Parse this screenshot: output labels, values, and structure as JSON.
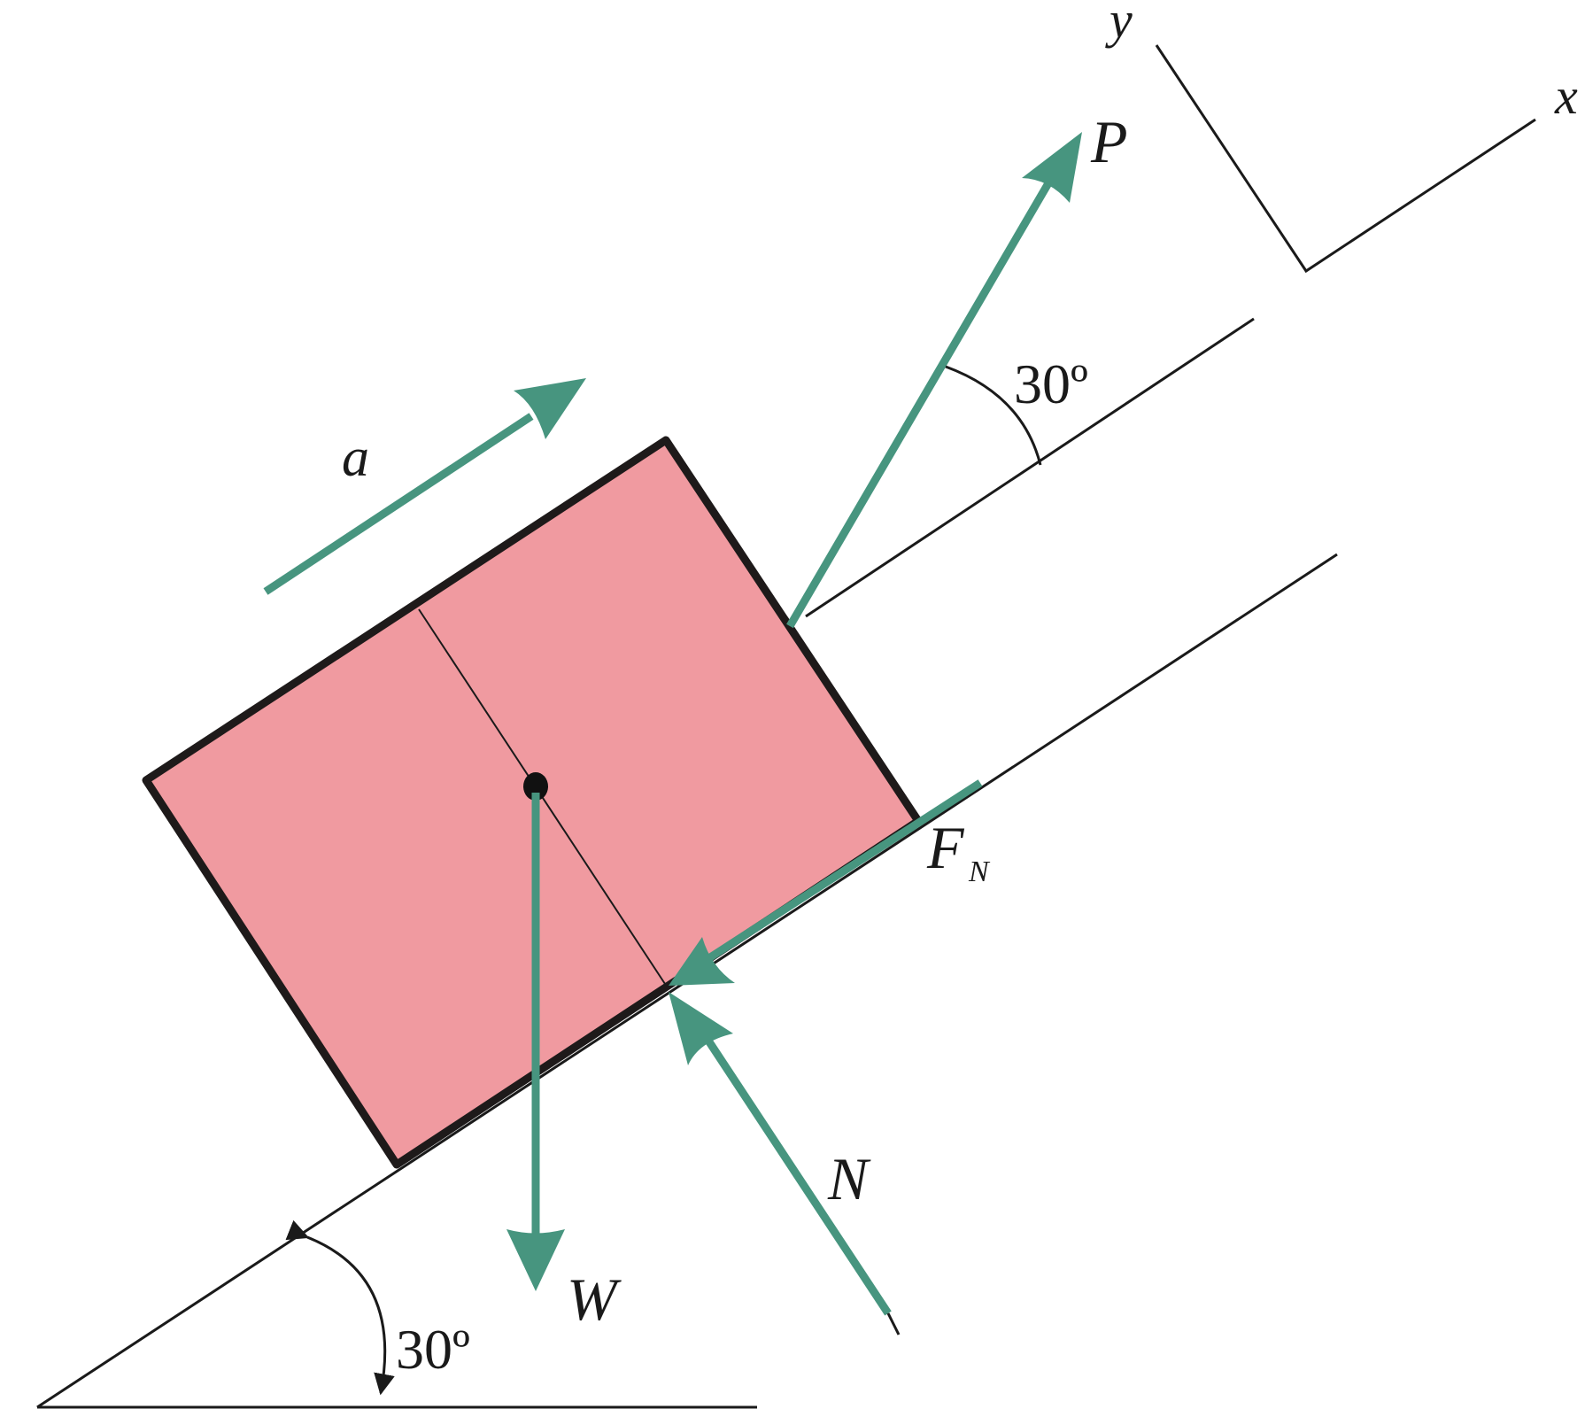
{
  "colors": {
    "block_fill": "#f09aa0",
    "block_edge": "#1e1a1a",
    "force_arrow": "#47957f",
    "guide_line": "#1a1a1a",
    "background": "#ffffff"
  },
  "labels": {
    "x_axis": "x",
    "y_axis": "y",
    "force_P": "P",
    "acceleration": "a",
    "weight": "W",
    "normal": "N",
    "friction_main": "F",
    "friction_sub": "N",
    "angle_P": "30º",
    "angle_incline": "30º"
  }
}
